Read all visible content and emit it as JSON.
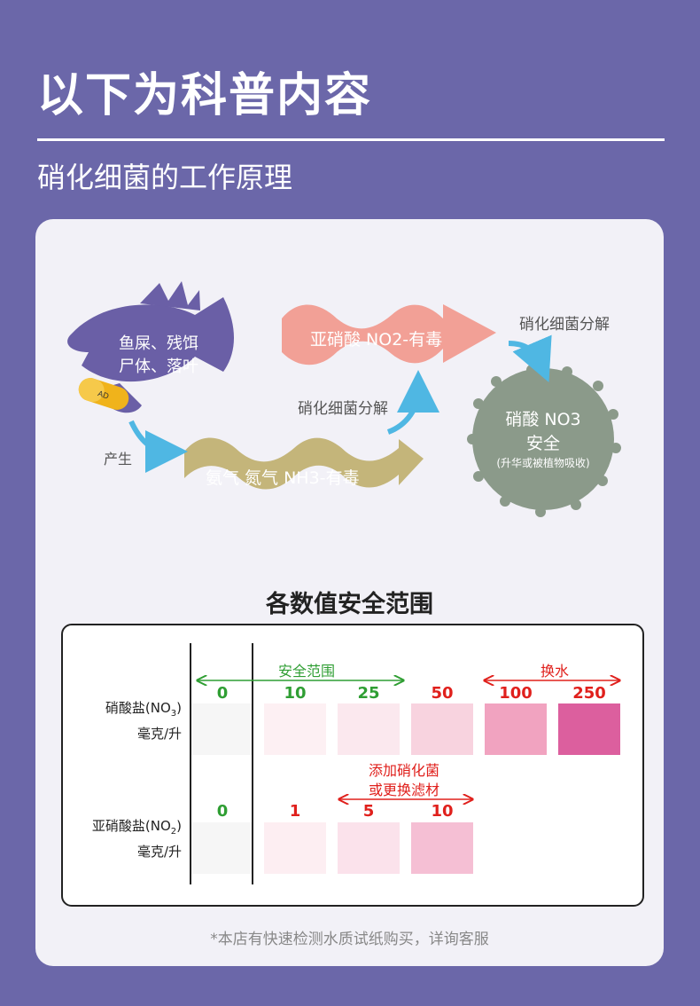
{
  "header": {
    "title": "以下为科普内容",
    "subtitle": "硝化细菌的工作原理"
  },
  "diagram": {
    "fish_lines": [
      "鱼屎、残饵",
      "尸体、落叶"
    ],
    "produce_label": "产生",
    "ammonia_label": "氨气 氮气 NH3-有毒",
    "nitrite_label": "亚硝酸 NO2-有毒",
    "decompose_label_1": "硝化细菌分解",
    "decompose_label_2": "硝化细菌分解",
    "nitrate_line1": "硝酸 NO3",
    "nitrate_line2": "安全",
    "nitrate_note": "(升华或被植物吸收)",
    "colors": {
      "fish": "#6a5fa6",
      "ammonia": "#c4b57a",
      "nitrite": "#f2a096",
      "nitrate": "#8b9a8a",
      "arrow": "#4fb7e3"
    }
  },
  "ranges": {
    "title": "各数值安全范围",
    "nitrate": {
      "label_line1": "硝酸盐(NO",
      "label_sub": "3",
      "label_close": ")",
      "label_line2": "毫克/升",
      "values": [
        "0",
        "10",
        "25",
        "50",
        "100",
        "250"
      ],
      "swatch_colors": [
        "#f6f6f6",
        "#fdf0f3",
        "#fbe8ee",
        "#f8d3df",
        "#f1a3c0",
        "#dc5f9e"
      ],
      "safe_label": "安全范围",
      "change_label": "换水"
    },
    "nitrite": {
      "label_line1": "亚硝酸盐(NO",
      "label_sub": "2",
      "label_close": ")",
      "label_line2": "毫克/升",
      "values": [
        "0",
        "1",
        "5",
        "10"
      ],
      "swatch_colors": [
        "#f6f6f6",
        "#fdeef2",
        "#fbe2eb",
        "#f5bfd4"
      ],
      "action_line1": "添加硝化菌",
      "action_line2": "或更换滤材"
    }
  },
  "footnote": "*本店有快速检测水质试纸购买，详询客服"
}
